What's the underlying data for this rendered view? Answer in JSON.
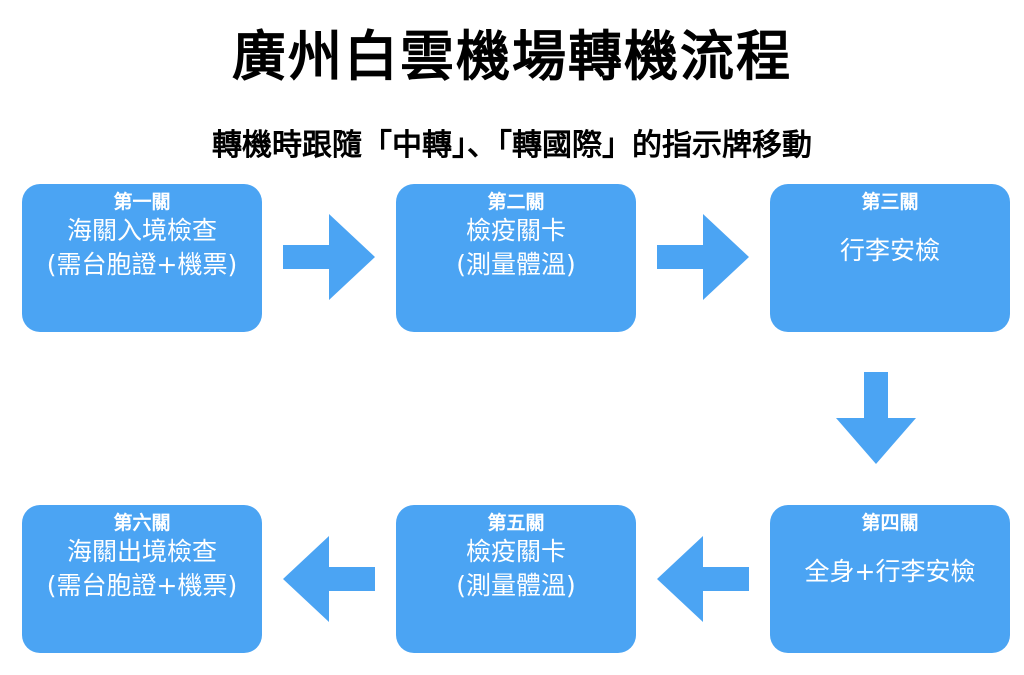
{
  "title": "廣州白雲機場轉機流程",
  "subtitle": "轉機時跟隨「中轉」、「轉國際」的指示牌移動",
  "colors": {
    "box": "#4ba4f3",
    "arrow": "#4ba4f3",
    "text": "#ffffff"
  },
  "steps": [
    {
      "label": "第一關",
      "lines": [
        "海關入境檢查",
        "(需台胞證+機票)"
      ]
    },
    {
      "label": "第二關",
      "lines": [
        "檢疫關卡",
        "(測量體溫)"
      ]
    },
    {
      "label": "第三關",
      "lines": [
        "行李安檢"
      ]
    },
    {
      "label": "第四關",
      "lines": [
        "全身+行李安檢"
      ]
    },
    {
      "label": "第五關",
      "lines": [
        "檢疫關卡",
        "(測量體溫)"
      ]
    },
    {
      "label": "第六關",
      "lines": [
        "海關出境檢查",
        "(需台胞證+機票)"
      ]
    }
  ]
}
